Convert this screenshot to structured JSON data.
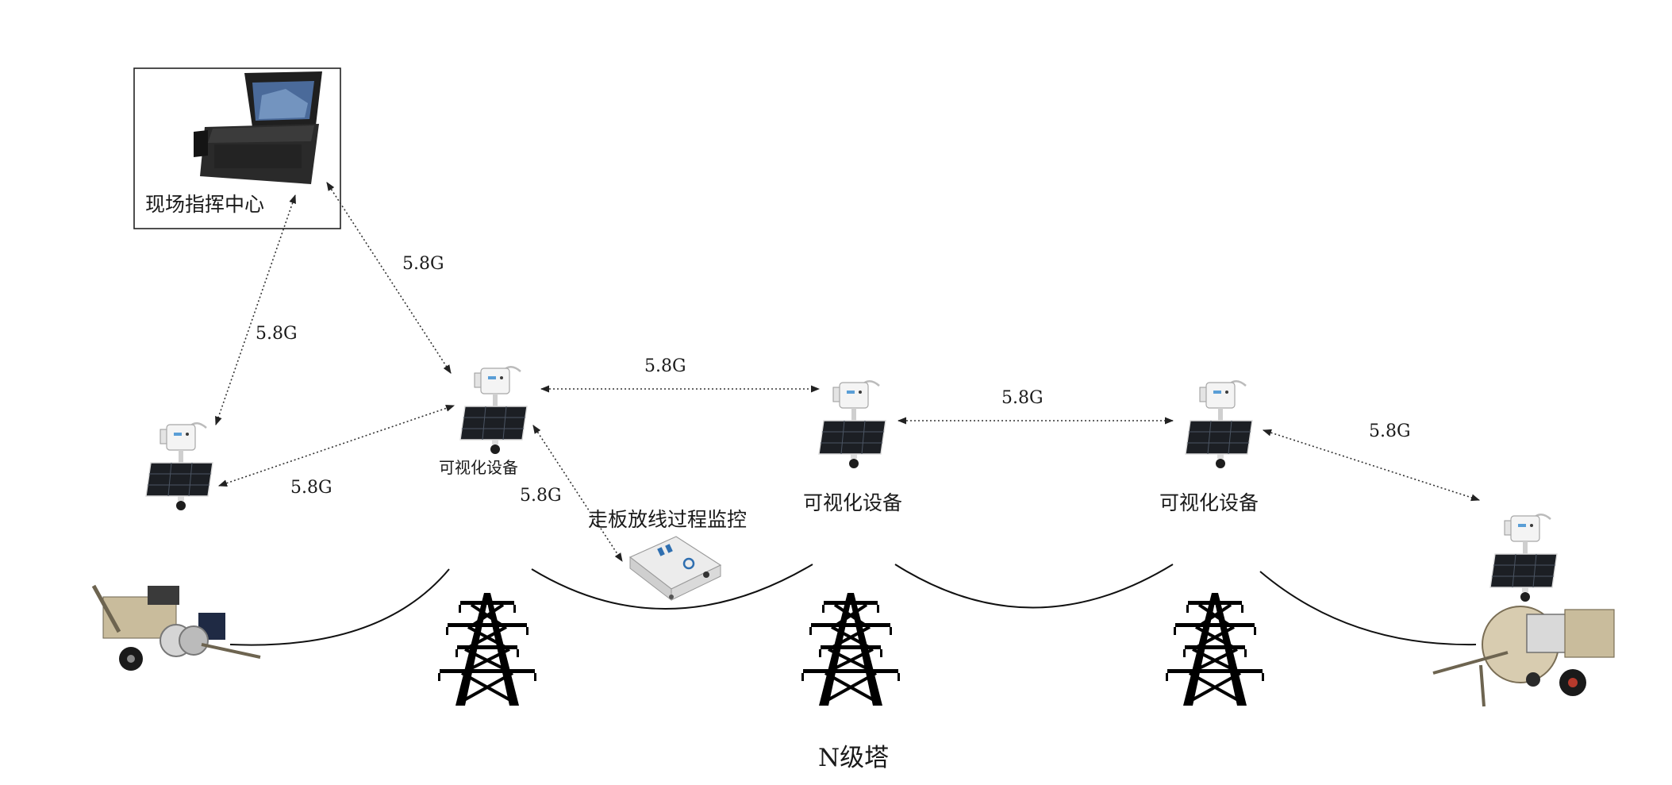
{
  "command_center": {
    "label": "现场指挥中心"
  },
  "link_label": "5.8G",
  "links": [
    {
      "label": "5.8G"
    },
    {
      "label": "5.8G"
    },
    {
      "label": "5.8G"
    },
    {
      "label": "5.8G"
    },
    {
      "label": "5.8G"
    },
    {
      "label": "5.8G"
    },
    {
      "label": "5.8G"
    }
  ],
  "devices": [
    {
      "label": ""
    },
    {
      "label": "可视化设备"
    },
    {
      "label": "可视化设备"
    },
    {
      "label": "可视化设备"
    },
    {
      "label": ""
    }
  ],
  "board_monitor": {
    "label": "走板放线过程监控"
  },
  "towers": {
    "label": "N级塔"
  },
  "colors": {
    "line": "#111111",
    "panel": "#1c1f24",
    "device": "#f2f2f2",
    "machine": "#c7b89a"
  }
}
